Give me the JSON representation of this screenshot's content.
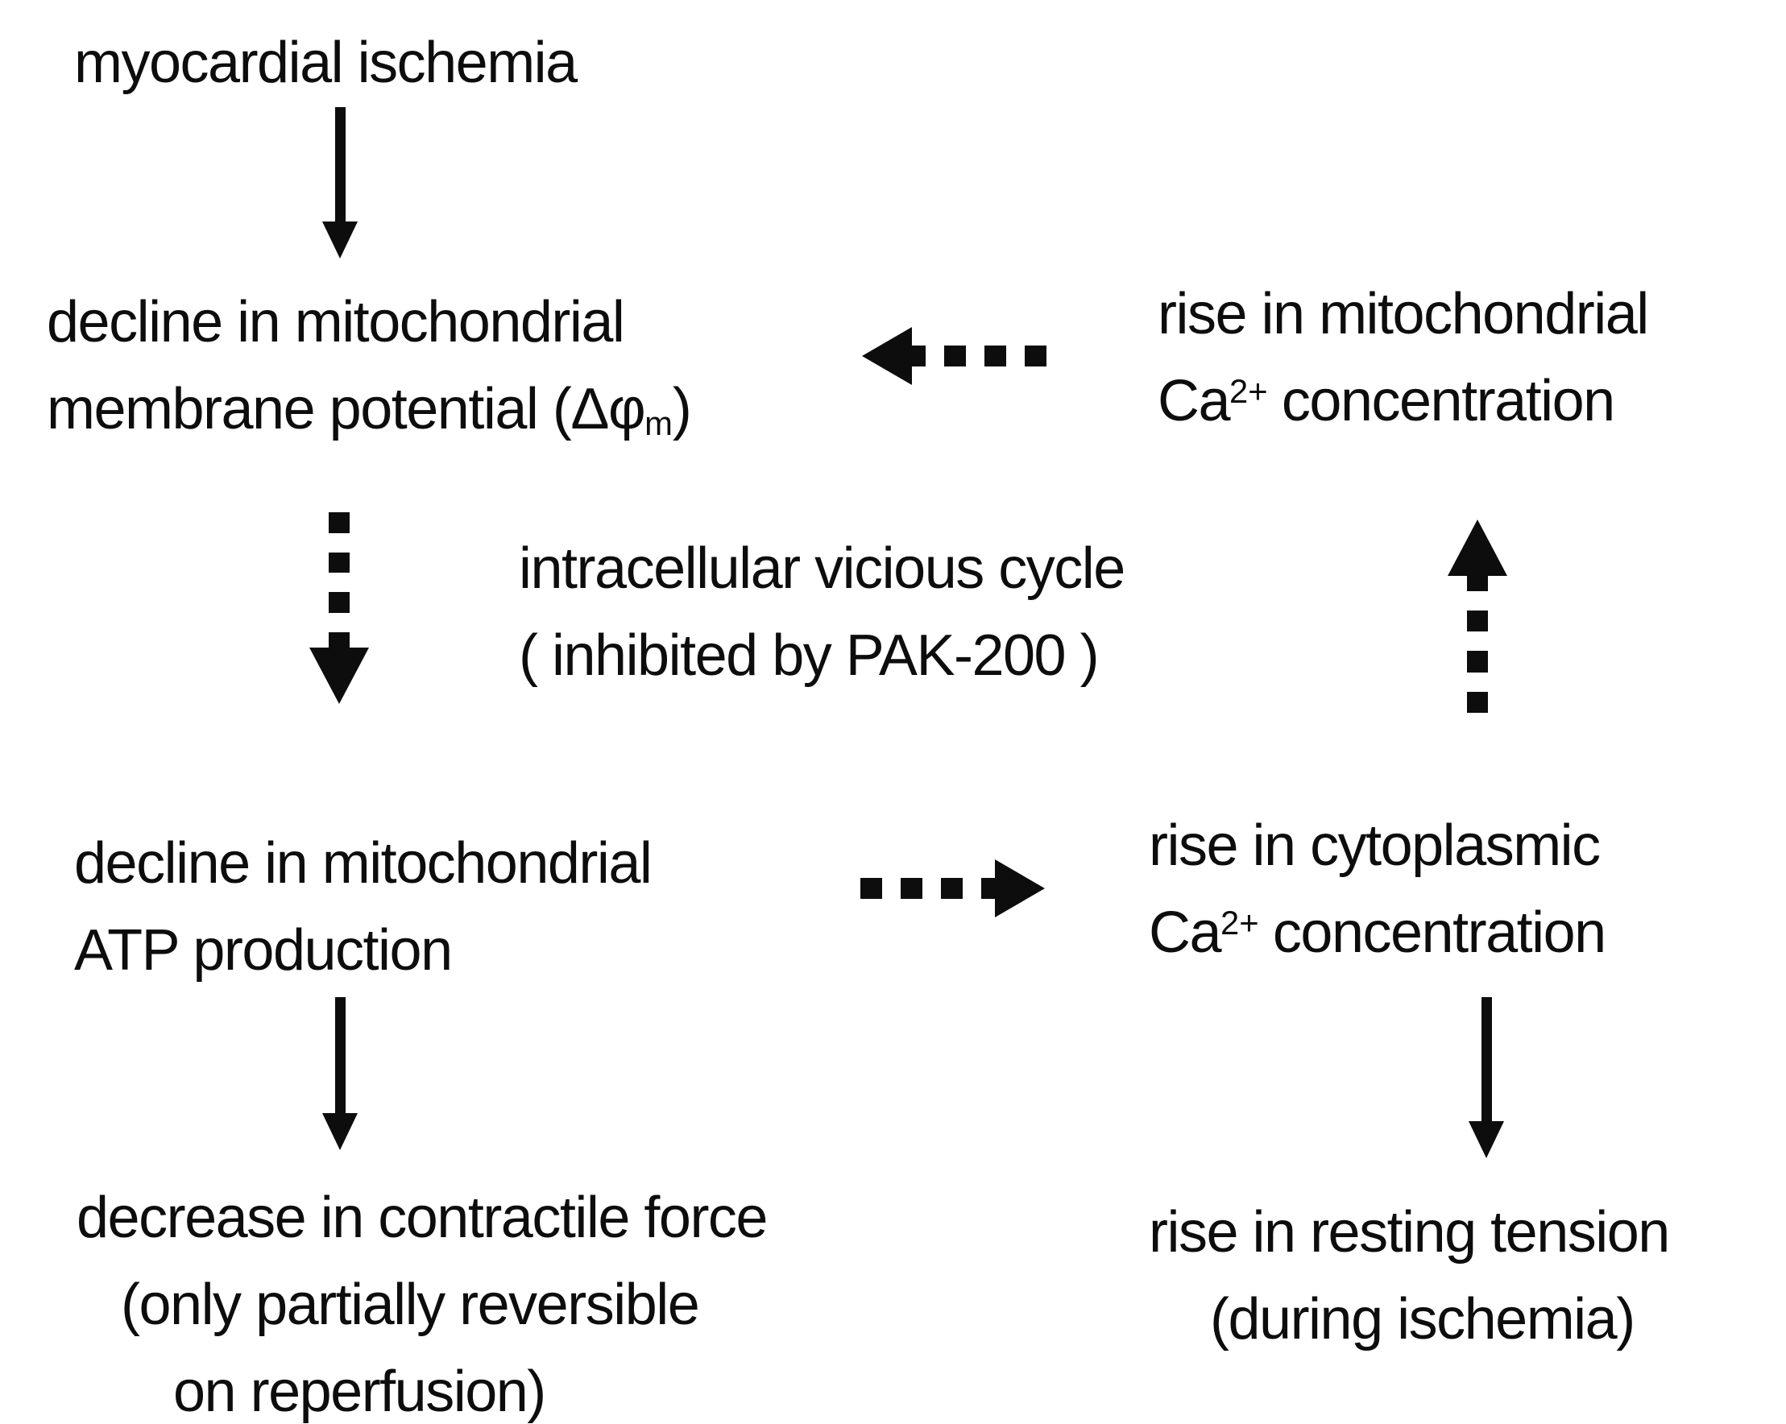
{
  "colors": {
    "ink": "#0d0d0d",
    "background": "#ffffff"
  },
  "icons": {
    "solid-down-arrow": "↓",
    "dashed-down-arrow": "⇣",
    "dashed-up-arrow": "⇡",
    "dashed-left-arrow": "⇠",
    "dashed-right-arrow": "⇢"
  },
  "diagram": {
    "top_node": {
      "label": "myocardial ischemia"
    },
    "left_column": {
      "membrane_potential": {
        "line1": "decline in mitochondrial",
        "line2_pre": "membrane potential (Δφ",
        "line2_sub": "m",
        "line2_post": ")"
      },
      "atp_production": {
        "line1": "decline in mitochondrial",
        "line2": "ATP production"
      },
      "contractile_force": {
        "line1": "decrease in contractile force",
        "line2": "(only partially reversible",
        "line3": "on reperfusion)"
      }
    },
    "center_label": {
      "line1": "intracellular vicious cycle",
      "line2": "( inhibited by PAK-200 )"
    },
    "right_column": {
      "mitochondrial_ca": {
        "line1": "rise in mitochondrial",
        "element": "Ca",
        "charge": "2+",
        "line2_rest": "concentration"
      },
      "cytoplasmic_ca": {
        "line1": "rise in cytoplasmic",
        "element": "Ca",
        "charge": "2+",
        "line2_rest": "concentration"
      },
      "resting_tension": {
        "line1": "rise in resting tension",
        "line2": "(during ischemia)"
      }
    }
  }
}
